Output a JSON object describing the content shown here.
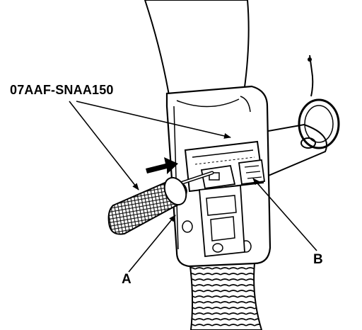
{
  "diagram": {
    "part_number": "07AAF-SNAA150",
    "callout_a": "A",
    "callout_b": "B"
  }
}
